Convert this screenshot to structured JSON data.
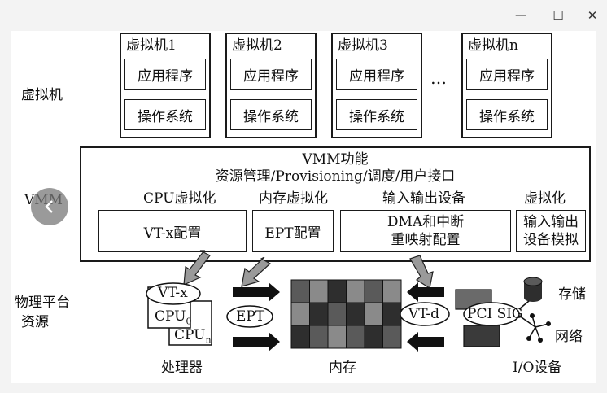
{
  "window": {
    "minimize_glyph": "—",
    "maximize_glyph": "☐",
    "close_glyph": "✕"
  },
  "layers": {
    "vm_label": "虚拟机",
    "vmm_label": "VMM",
    "physical_label_line1": "物理平台",
    "physical_label_line2": "资源"
  },
  "vms": [
    {
      "title": "虚拟机1",
      "app": "应用程序",
      "os": "操作系统"
    },
    {
      "title": "虚拟机2",
      "app": "应用程序",
      "os": "操作系统"
    },
    {
      "title": "虚拟机3",
      "app": "应用程序",
      "os": "操作系统"
    },
    {
      "title": "虚拟机n",
      "app": "应用程序",
      "os": "操作系统"
    }
  ],
  "ellipsis": "…",
  "vmm": {
    "title_line1": "VMM功能",
    "title_line2": "资源管理/Provisioning/调度/用户接口",
    "sections": [
      {
        "heading": "CPU虚拟化",
        "box_line1": "VT-x配置",
        "box_line2": ""
      },
      {
        "heading": "内存虚拟化",
        "box_line1": "EPT配置",
        "box_line2": ""
      },
      {
        "heading": "输入输出设备",
        "box_line1": "DMA和中断",
        "box_line2": "重映射配置"
      },
      {
        "heading": "虚拟化",
        "box_line1": "输入输出",
        "box_line2": "设备模拟"
      }
    ]
  },
  "physical": {
    "vtx": "VT-x",
    "cpu0": "CPU",
    "cpu0_sub": "0",
    "cpun": "CPU",
    "cpun_sub": "n",
    "ept": "EPT",
    "vtd": "VT-d",
    "pcisig": "PCI SIG",
    "storage": "存储",
    "network": "网络",
    "processor_label": "处理器",
    "memory_label": "内存",
    "io_label": "I/O设备"
  },
  "memory_grid": [
    [
      2,
      1,
      3,
      1,
      2,
      1
    ],
    [
      1,
      3,
      2,
      3,
      1,
      3
    ],
    [
      3,
      2,
      1,
      2,
      3,
      2
    ]
  ],
  "colors": {
    "grid_dark": "#2e2e2e",
    "grid_mid": "#5a5a5a",
    "grid_light": "#8a8a8a",
    "arrow_fill": "#9a9a9a"
  }
}
